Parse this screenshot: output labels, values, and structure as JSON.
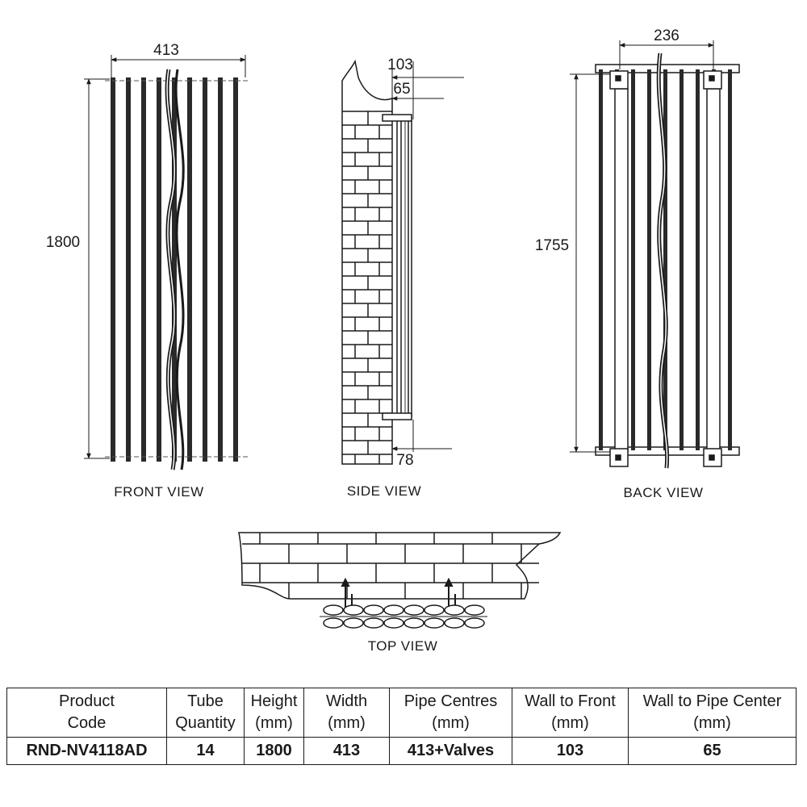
{
  "views": {
    "front": {
      "caption": "FRONT VIEW",
      "width_dim": "413",
      "height_dim": "1800"
    },
    "side": {
      "caption": "SIDE VIEW",
      "depth_dim": "103",
      "pipe_dim": "65",
      "bottom_dim": "78"
    },
    "back": {
      "caption": "BACK VIEW",
      "bracket_dim": "236",
      "height_dim": "1755"
    },
    "top": {
      "caption": "TOP VIEW"
    }
  },
  "spec_table": {
    "headers": [
      {
        "line1": "Product",
        "line2": "Code"
      },
      {
        "line1": "Tube",
        "line2": "Quantity"
      },
      {
        "line1": "Height",
        "line2": "(mm)"
      },
      {
        "line1": "Width",
        "line2": "(mm)"
      },
      {
        "line1": "Pipe Centres",
        "line2": "(mm)"
      },
      {
        "line1": "Wall to Front",
        "line2": "(mm)"
      },
      {
        "line1": "Wall to Pipe Center",
        "line2": "(mm)"
      }
    ],
    "row": [
      "RND-NV4118AD",
      "14",
      "1800",
      "413",
      "413+Valves",
      "103",
      "65"
    ]
  }
}
